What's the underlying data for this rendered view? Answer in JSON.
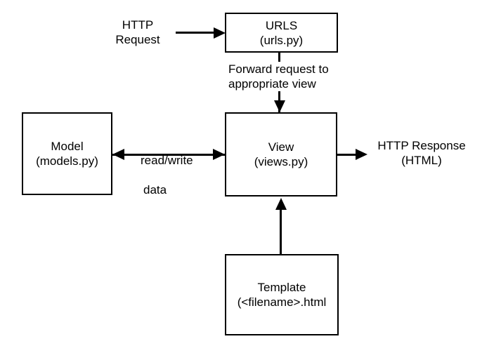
{
  "colors": {
    "stroke": "#000000",
    "background": "#ffffff",
    "box_fill": "#ffffff"
  },
  "boxes": {
    "urls": {
      "title": "URLS",
      "subtitle": "(urls.py)"
    },
    "model": {
      "title": "Model",
      "subtitle": "(models.py)"
    },
    "view": {
      "title": "View",
      "subtitle": "(views.py)"
    },
    "template": {
      "title": "Template",
      "subtitle": "(<filename>.html"
    }
  },
  "labels": {
    "http_request": "HTTP\nRequest",
    "forward_request": "Forward request to\nappropriate view",
    "read_write": {
      "line1": "read/write",
      "line2": "data"
    },
    "http_response": "HTTP Response\n(HTML)"
  },
  "edges": [
    {
      "from": "http-request-label",
      "to": "urls-box",
      "direction": "right"
    },
    {
      "from": "urls-box",
      "to": "view-box",
      "direction": "down",
      "label": "forward_request"
    },
    {
      "from": "model-box",
      "to": "view-box",
      "direction": "both",
      "label": "read_write"
    },
    {
      "from": "view-box",
      "to": "http-response-label",
      "direction": "right"
    },
    {
      "from": "template-box",
      "to": "view-box",
      "direction": "up"
    }
  ]
}
